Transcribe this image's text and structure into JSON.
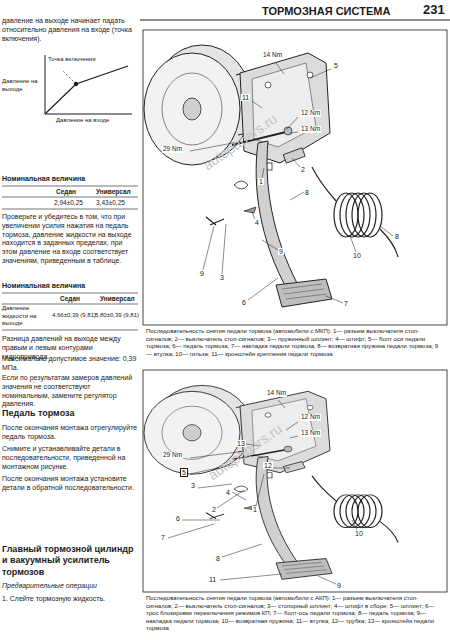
{
  "diagram": {
    "title": "ТОРМОЗНАЯ СИСТЕМА",
    "labels": [
      "231",
      "давление на выходе начинает падать относительно давления на входе (точка включения).",
      "Точка включения",
      "Давление на выходе",
      "Давление на входе",
      "Номинальная величина",
      "Седан",
      "Универсал",
      "2,94±0,25",
      "3,43±0,25",
      "Проверьте и убедитесь в том, что при увеличении усилия нажатия на педаль тормоза, давление жидкости на выходе находится в заданных пределах, при этом давление на входе соответствует значениям, приведенным в таблице.",
      "Номинальная величина",
      "Седан",
      "Универсал",
      "Давление жидкости на выходе",
      "4,66±0,39 (9,81)",
      "5,80±0,39 (9,81)",
      "Разница давлений на выходе между правым и левым контурами гидропривода.",
      "Максимально допустимое значение: 0,39 МПа.",
      "Если по результатам замеров давлений значения не соответствуют номинальным, замените регулятор давления.",
      "Педаль тормоза",
      "После окончания монтажа отрегулируйте педаль тормоза.",
      "Снимите и устанавливайте детали в последовательности, приведенной на монтажном рисунке.",
      "После окончания монтажа установите детали в обратной последовательности.",
      "Главный тормозной цилиндр и вакуумный усилитель тормозов",
      "Предварительные операции",
      "1. Слейте тормозную жидкость.",
      "11",
      "14 Nm",
      "5",
      "12 Nm",
      "13 Nm",
      "29 Nm",
      "1",
      "2",
      "8",
      "10",
      "4",
      "9",
      "3",
      "6",
      "7",
      "8",
      "9",
      "Последовательность снятия педали тормоза (автомобили с МКП): 1— разъем выключателя стоп-сигналов; 2— выключатель стоп-сигналов; 3— пружинный шплинт; 4— штифт; 5— болт оси педали тормоза; 6— педаль тормоза; 7— накладка педали тормоза; 8— возвратная пружина педали тормоза; 9— втулка; 10— гильза; 11— кронштейн крепления педали тормоза",
      "14 Nm",
      "13",
      "12 Nm",
      "13 Nm",
      "29 Nm",
      "12",
      "5",
      "3",
      "1",
      "2",
      "4",
      "6",
      "7",
      "8",
      "11",
      "9",
      "10",
      "Последовательность снятия педали тормоза (автомобили с АКП): 1— разъем выключателя стоп-сигналов; 2— выключатель стоп-сигналов; 3— стопорный шплинт; 4— штифт в сборе; 5— шплинт; 6— трос блокировки переключения режимов КП; 7— болт-ось педали тормоза; 8— педаль тормоза; 9— накладка педали тормоза; 10— возвратная пружина; 11— втулка; 12— трубка; 13— кронштейн педали тормоза",
      "autopapers.ru",
      "autopapers.ru"
    ]
  }
}
